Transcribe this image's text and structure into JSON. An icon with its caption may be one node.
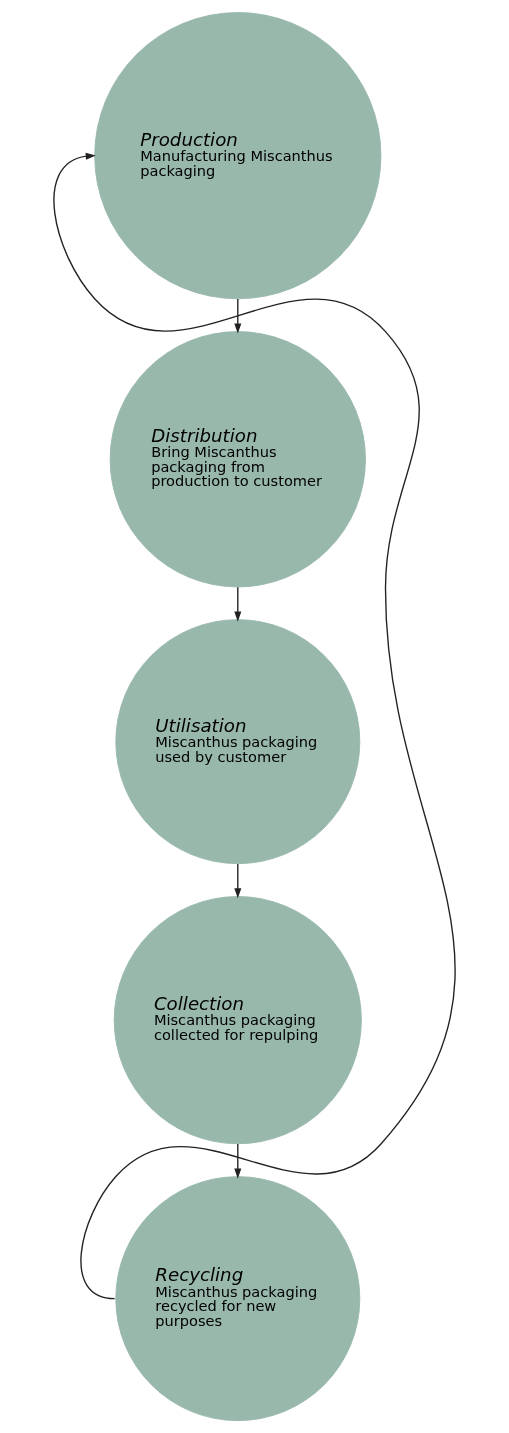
{
  "diagram": {
    "nodes": [
      {
        "text": [
          "Production",
          "Manufacturing Miscanthus packaging"
        ]
      },
      {
        "text": [
          "Distribution",
          "Bring Miscanthus packaging from production to customer"
        ]
      },
      {
        "text": [
          "Utilisation",
          "Miscanthus packaging used by customer"
        ]
      },
      {
        "text": [
          "Collection",
          "Miscanthus packaging collected for repulping"
        ]
      },
      {
        "text": [
          "Recycling",
          "Miscanthus packaging recycled for new purposes"
        ]
      }
    ],
    "edges": [
      {
        "from": 0,
        "to": 1,
        "arrow": "to"
      },
      {
        "from": 1,
        "to": 2,
        "arrow": "to"
      },
      {
        "from": 2,
        "to": 3,
        "arrow": "to"
      },
      {
        "from": 3,
        "to": 4,
        "arrow": "to"
      },
      {
        "from": 4,
        "to": 0,
        "arrow": "to"
      }
    ]
  }
}
